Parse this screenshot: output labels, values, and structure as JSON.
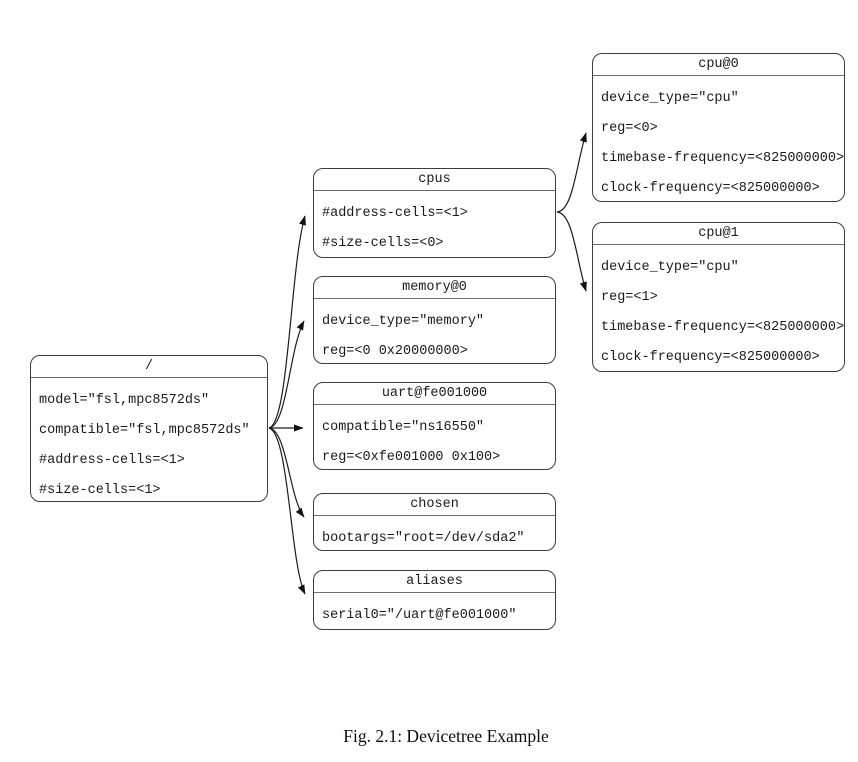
{
  "figure": {
    "caption": "Fig. 2.1: Devicetree Example"
  },
  "nodes": {
    "root": {
      "title": "/",
      "props": [
        "model=\"fsl,mpc8572ds\"",
        "compatible=\"fsl,mpc8572ds\"",
        "#address-cells=<1>",
        "#size-cells=<1>"
      ]
    },
    "cpus": {
      "title": "cpus",
      "props": [
        "#address-cells=<1>",
        "#size-cells=<0>"
      ]
    },
    "memory": {
      "title": "memory@0",
      "props": [
        "device_type=\"memory\"",
        "reg=<0 0x20000000>"
      ]
    },
    "uart": {
      "title": "uart@fe001000",
      "props": [
        "compatible=\"ns16550\"",
        "reg=<0xfe001000 0x100>"
      ]
    },
    "chosen": {
      "title": "chosen",
      "props": [
        "bootargs=\"root=/dev/sda2\""
      ]
    },
    "aliases": {
      "title": "aliases",
      "props": [
        "serial0=\"/uart@fe001000\""
      ]
    },
    "cpu0": {
      "title": "cpu@0",
      "props": [
        "device_type=\"cpu\"",
        "reg=<0>",
        "timebase-frequency=<825000000>",
        "clock-frequency=<825000000>"
      ]
    },
    "cpu1": {
      "title": "cpu@1",
      "props": [
        "device_type=\"cpu\"",
        "reg=<1>",
        "timebase-frequency=<825000000>",
        "clock-frequency=<825000000>"
      ]
    }
  },
  "edges": [
    {
      "from": "/",
      "to": "cpus"
    },
    {
      "from": "/",
      "to": "memory@0"
    },
    {
      "from": "/",
      "to": "uart@fe001000"
    },
    {
      "from": "/",
      "to": "chosen"
    },
    {
      "from": "/",
      "to": "aliases"
    },
    {
      "from": "cpus",
      "to": "cpu@0"
    },
    {
      "from": "cpus",
      "to": "cpu@1"
    }
  ],
  "colors": {
    "background": "#ffffff",
    "node_border": "#3d3d3d",
    "title_separator": "#6e6e6e",
    "edge": "#1c1c1c",
    "text": "#1a1a1a"
  }
}
